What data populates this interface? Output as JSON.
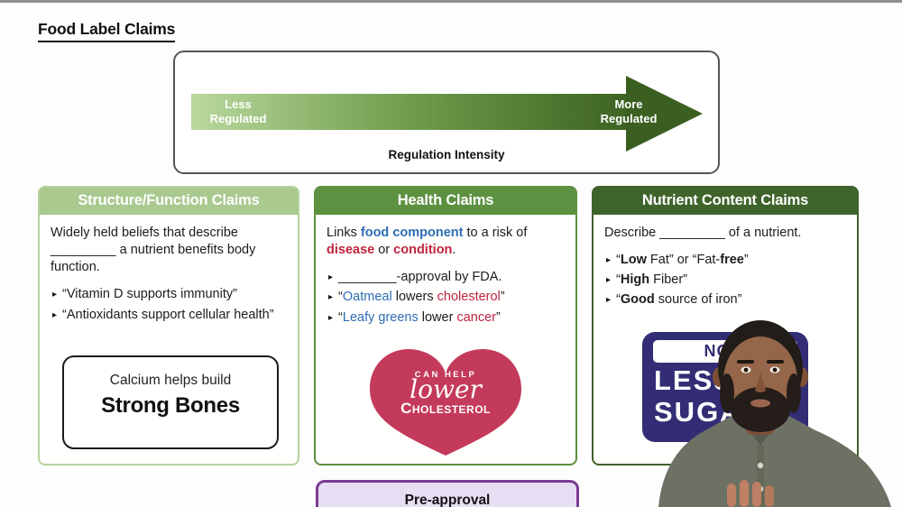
{
  "title": "Food Label Claims",
  "regulation_arrow": {
    "less_line1": "Less",
    "less_line2": "Regulated",
    "more_line1": "More",
    "more_line2": "Regulated",
    "caption": "Regulation Intensity"
  },
  "cards": {
    "structure_function": {
      "header": "Structure/Function Claims",
      "intro_t1": "Widely held beliefs that describe ",
      "intro_blank": "_________",
      "intro_t2": " a nutrient benefits body function.",
      "bullets": [
        "“Vitamin D supports immunity”",
        "“Antioxidants support cellular health”"
      ],
      "example_line1": "Calcium helps build",
      "example_line2": "Strong Bones"
    },
    "health": {
      "header": "Health Claims",
      "intro": {
        "t1": "Links ",
        "food_component": "food component",
        "t2": " to a risk of ",
        "disease": "disease",
        "t3": " or ",
        "condition": "condition",
        "t4": "."
      },
      "bullet1": {
        "blank": "________",
        "rest": "-approval by FDA."
      },
      "bullet2": {
        "q1": "“",
        "blue": "Oatmeal",
        "mid": " lowers ",
        "red": "cholesterol",
        "q2": "”"
      },
      "bullet3": {
        "q1": "“",
        "blue": "Leafy greens",
        "mid": " lower ",
        "red": "cancer",
        "q2": "”"
      },
      "heart": {
        "line1": "CAN HELP",
        "line2": "lower",
        "line3": "Cholesterol"
      }
    },
    "nutrient_content": {
      "header": "Nutrient Content Claims",
      "intro": {
        "t1": "Describe ",
        "blank": "_________",
        "t2": " of a nutrient."
      },
      "bullet1": {
        "q1": "“",
        "b1": "Low",
        "t1": " Fat” or “Fat-",
        "b2": "free",
        "t2": "”"
      },
      "bullet2": {
        "q1": "“",
        "b1": "High",
        "t1": " Fiber”"
      },
      "bullet3": {
        "q1": "“",
        "b1": "Good",
        "t1": " source of iron”"
      },
      "sign": {
        "line1": "NOW",
        "line2": "LESS",
        "line3": "SUGAR"
      }
    }
  },
  "pre_approval": {
    "label": "Pre-approval"
  },
  "colors": {
    "header_light_green": "#a9c98f",
    "header_medium_green": "#5d9141",
    "header_dark_green": "#3f642b",
    "arrow_gradient_start": "#b9d89d",
    "arrow_gradient_end": "#3e6322",
    "accent_blue": "#2e6db4",
    "accent_red": "#c0243f",
    "heart_red": "#c43a5b",
    "sign_navy": "#332d75",
    "purple_border": "#7c3a94",
    "purple_fill": "#e7def3"
  }
}
